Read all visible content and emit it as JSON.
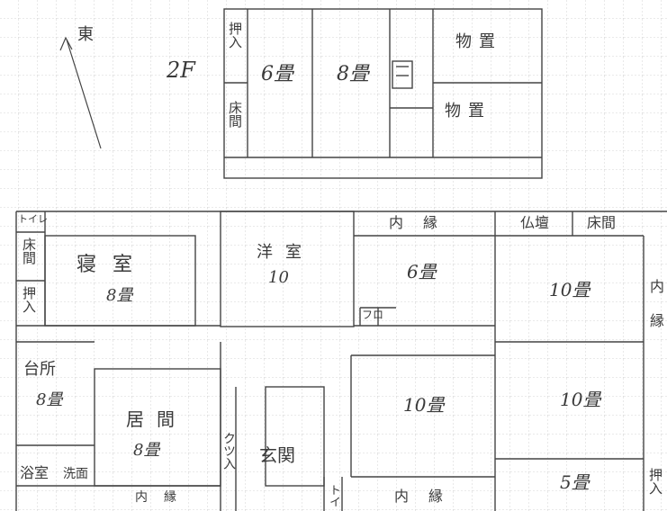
{
  "floor_label": "2F",
  "compass_label": "東",
  "rooms_2f": {
    "closet_top": "押入",
    "alcove": "床間",
    "room_6": "6畳",
    "room_8": "8畳",
    "storage_1": "物置",
    "storage_2": "物置"
  },
  "rooms_1f": {
    "toilet": "トイレ",
    "alcove_left": "床間",
    "closet_left": "押入",
    "bedroom": "寝室",
    "bedroom_size": "8畳",
    "western_room": "洋室",
    "western_size": "10",
    "engawa_top": "内縁",
    "room_6": "6畳",
    "bath_small": "フロ",
    "butsudan": "仏壇",
    "alcove_right": "床間",
    "room_10_top": "10畳",
    "engawa_right": "内縁",
    "kitchen": "台所",
    "kitchen_size": "8畳",
    "living": "居間",
    "living_size": "8畳",
    "shoe_closet": "クツ入",
    "entrance": "玄関",
    "room_10_center": "10畳",
    "room_10_right": "10畳",
    "bath": "浴室",
    "washroom": "洗面",
    "engawa_bottom_left": "内縁",
    "toilet_bottom": "トイ",
    "engawa_bottom": "内縁",
    "room_5": "5畳",
    "closet_right": "押入"
  }
}
